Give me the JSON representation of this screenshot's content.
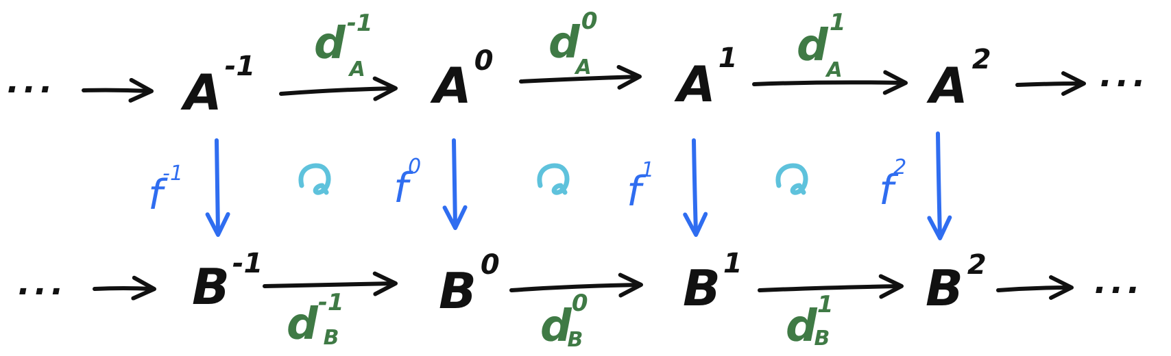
{
  "colors": {
    "object": "#111111",
    "differential": "#3f7a45",
    "chain_map": "#2f6df0",
    "commute": "#5ec2dc"
  },
  "top_row": {
    "dots_left": "...",
    "dots_right": "...",
    "objects": [
      {
        "base": "A",
        "sup": "-1"
      },
      {
        "base": "A",
        "sup": "0"
      },
      {
        "base": "A",
        "sup": "1"
      },
      {
        "base": "A",
        "sup": "2"
      }
    ],
    "differentials": [
      {
        "base": "d",
        "sup": "-1",
        "sub": "A"
      },
      {
        "base": "d",
        "sup": "0",
        "sub": "A"
      },
      {
        "base": "d",
        "sup": "1",
        "sub": "A"
      }
    ]
  },
  "bottom_row": {
    "dots_left": "...",
    "dots_right": "...",
    "objects": [
      {
        "base": "B",
        "sup": "-1"
      },
      {
        "base": "B",
        "sup": "0"
      },
      {
        "base": "B",
        "sup": "1"
      },
      {
        "base": "B",
        "sup": "2"
      }
    ],
    "differentials": [
      {
        "base": "d",
        "sup": "-1",
        "sub": "B"
      },
      {
        "base": "d",
        "sup": "0",
        "sub": "B"
      },
      {
        "base": "d",
        "sup": "1",
        "sub": "B"
      }
    ]
  },
  "vertical_maps": [
    {
      "base": "f",
      "sup": "-1"
    },
    {
      "base": "f",
      "sup": "0"
    },
    {
      "base": "f",
      "sup": "1"
    },
    {
      "base": "f",
      "sup": "2"
    }
  ],
  "commute_symbol_icon": "circular-arrow-icon"
}
